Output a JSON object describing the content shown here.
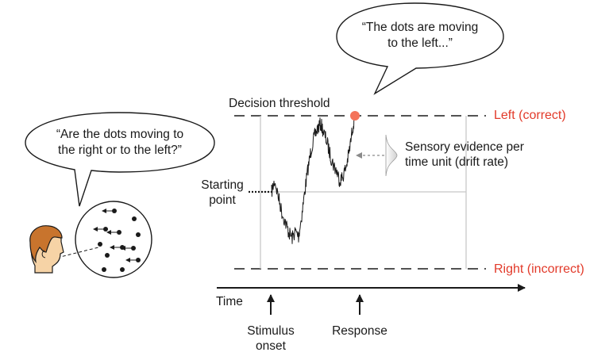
{
  "speech_subject": {
    "line1": "“Are the dots moving to",
    "line2": "the right or to the left?”"
  },
  "speech_response": {
    "line1": "“The dots are moving",
    "line2": "to the left...”"
  },
  "labels": {
    "decision_threshold": "Decision threshold",
    "left_correct": "Left (correct)",
    "right_incorrect": "Right (incorrect)",
    "starting_point_line1": "Starting",
    "starting_point_line2": "point",
    "sensory_evidence_line1": "Sensory evidence per",
    "sensory_evidence_line2": "time unit (drift rate)",
    "time": "Time",
    "stimulus_onset_line1": "Stimulus",
    "stimulus_onset_line2": "onset",
    "response": "Response"
  },
  "colors": {
    "accent_red": "#e23a2a",
    "dot_marker": "#f4735a",
    "boundary_grey": "#c8c8c8",
    "skin": "#f6d3a6",
    "hair": "#c8742d"
  }
}
